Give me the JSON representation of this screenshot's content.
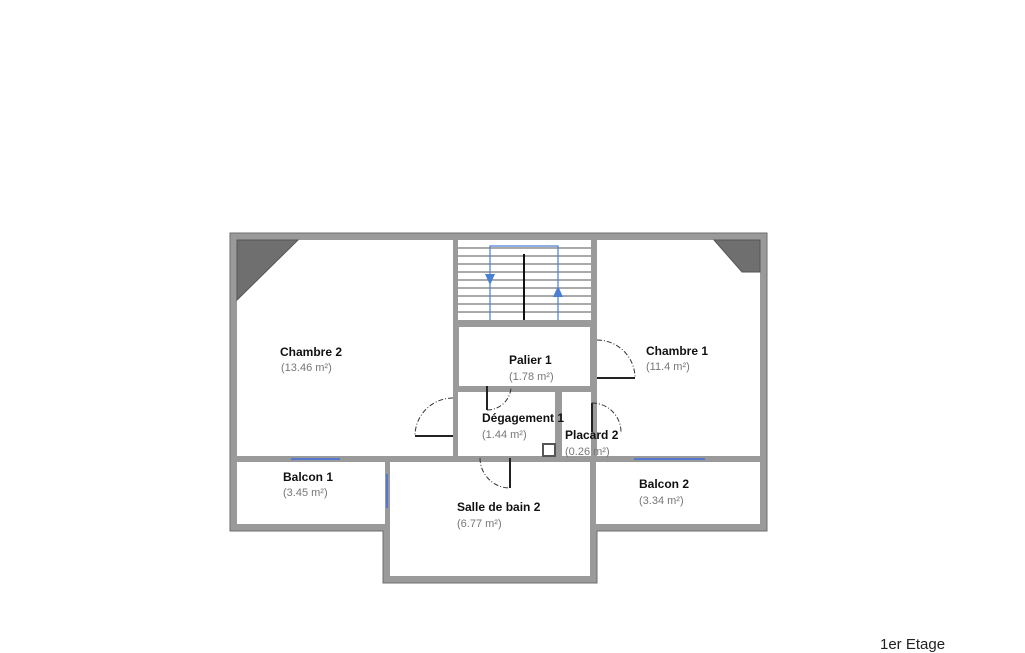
{
  "floor_label": "1er Etage",
  "rooms": {
    "chambre2": {
      "name": "Chambre 2",
      "area": "(13.46 m²)"
    },
    "palier1": {
      "name": "Palier 1",
      "area": "(1.78 m²)"
    },
    "chambre1": {
      "name": "Chambre 1",
      "area": "(11.4 m²)"
    },
    "degagement1": {
      "name": "Dégagement 1",
      "area": "(1.44 m²)"
    },
    "placard2": {
      "name": "Placard 2",
      "area": "(0.26 m²)"
    },
    "balcon1": {
      "name": "Balcon 1",
      "area": "(3.45 m²)"
    },
    "salledebain2": {
      "name": "Salle de bain 2",
      "area": "(6.77 m²)"
    },
    "balcon2": {
      "name": "Balcon 2",
      "area": "(3.34 m²)"
    }
  },
  "colors": {
    "wall": "#9a9a9a",
    "stair_arrow": "#4a7fd6",
    "window": "#5577cc"
  }
}
